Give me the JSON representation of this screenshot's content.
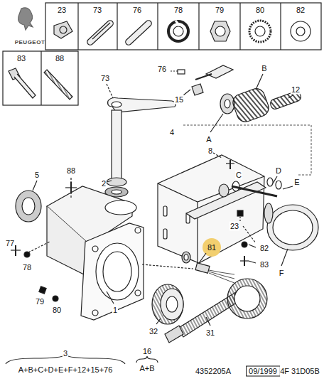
{
  "diagram": {
    "labels": [
      "PEUGEOT",
      "23",
      "73",
      "76",
      "78",
      "79",
      "80",
      "82",
      "83",
      "88",
      "73",
      "76",
      "15",
      "B",
      "12",
      "A",
      "4",
      "8",
      "C",
      "D",
      "E",
      "5",
      "88",
      "2",
      "23",
      "82",
      "83",
      "F",
      "81",
      "77",
      "78",
      "79",
      "80",
      "1",
      "32",
      "31",
      "3",
      "A+B+C+D+E+F+12+15+76",
      "16",
      "A+B",
      "4352205A",
      "09/1999",
      "4F 31D05B"
    ]
  }
}
